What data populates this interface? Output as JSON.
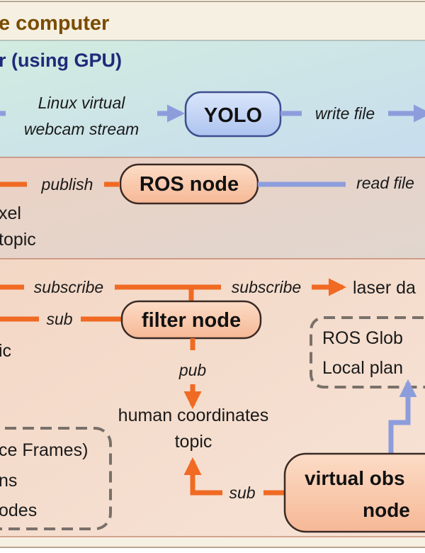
{
  "colors": {
    "accent_orange": "#f06a23",
    "accent_blue": "#8d9ddc",
    "title_color": "#7a4c00",
    "gpu_title_color": "#1f2a7a"
  },
  "outer": {
    "title": "e computer"
  },
  "gpu_section": {
    "title": "r (using GPU)",
    "webcam_line1": "Linux virtual",
    "webcam_line2": "webcam stream",
    "yolo_label": "YOLO",
    "write_file_label": "write file"
  },
  "ros_section": {
    "publish_label": "publish",
    "node_label": "ROS node",
    "read_file_label": "read file",
    "left_line1": "xel",
    "left_line2": "topic"
  },
  "lower_section": {
    "subscribe_left": "subscribe",
    "subscribe_right": "subscribe",
    "laser_label": "laser da",
    "sub_left": "sub",
    "left_fragment": "ic",
    "filter_node_label": "filter node",
    "pub_label": "pub",
    "human_line1": "human coordinates",
    "human_line2": "topic",
    "planner_line1": "ROS Glob",
    "planner_line2": "Local plan",
    "tf_line1": "ce Frames)",
    "tf_line2": "ns",
    "tf_line3": "odes",
    "sub_bottom": "sub",
    "virtual_line1": "virtual obs",
    "virtual_line2": "node"
  }
}
